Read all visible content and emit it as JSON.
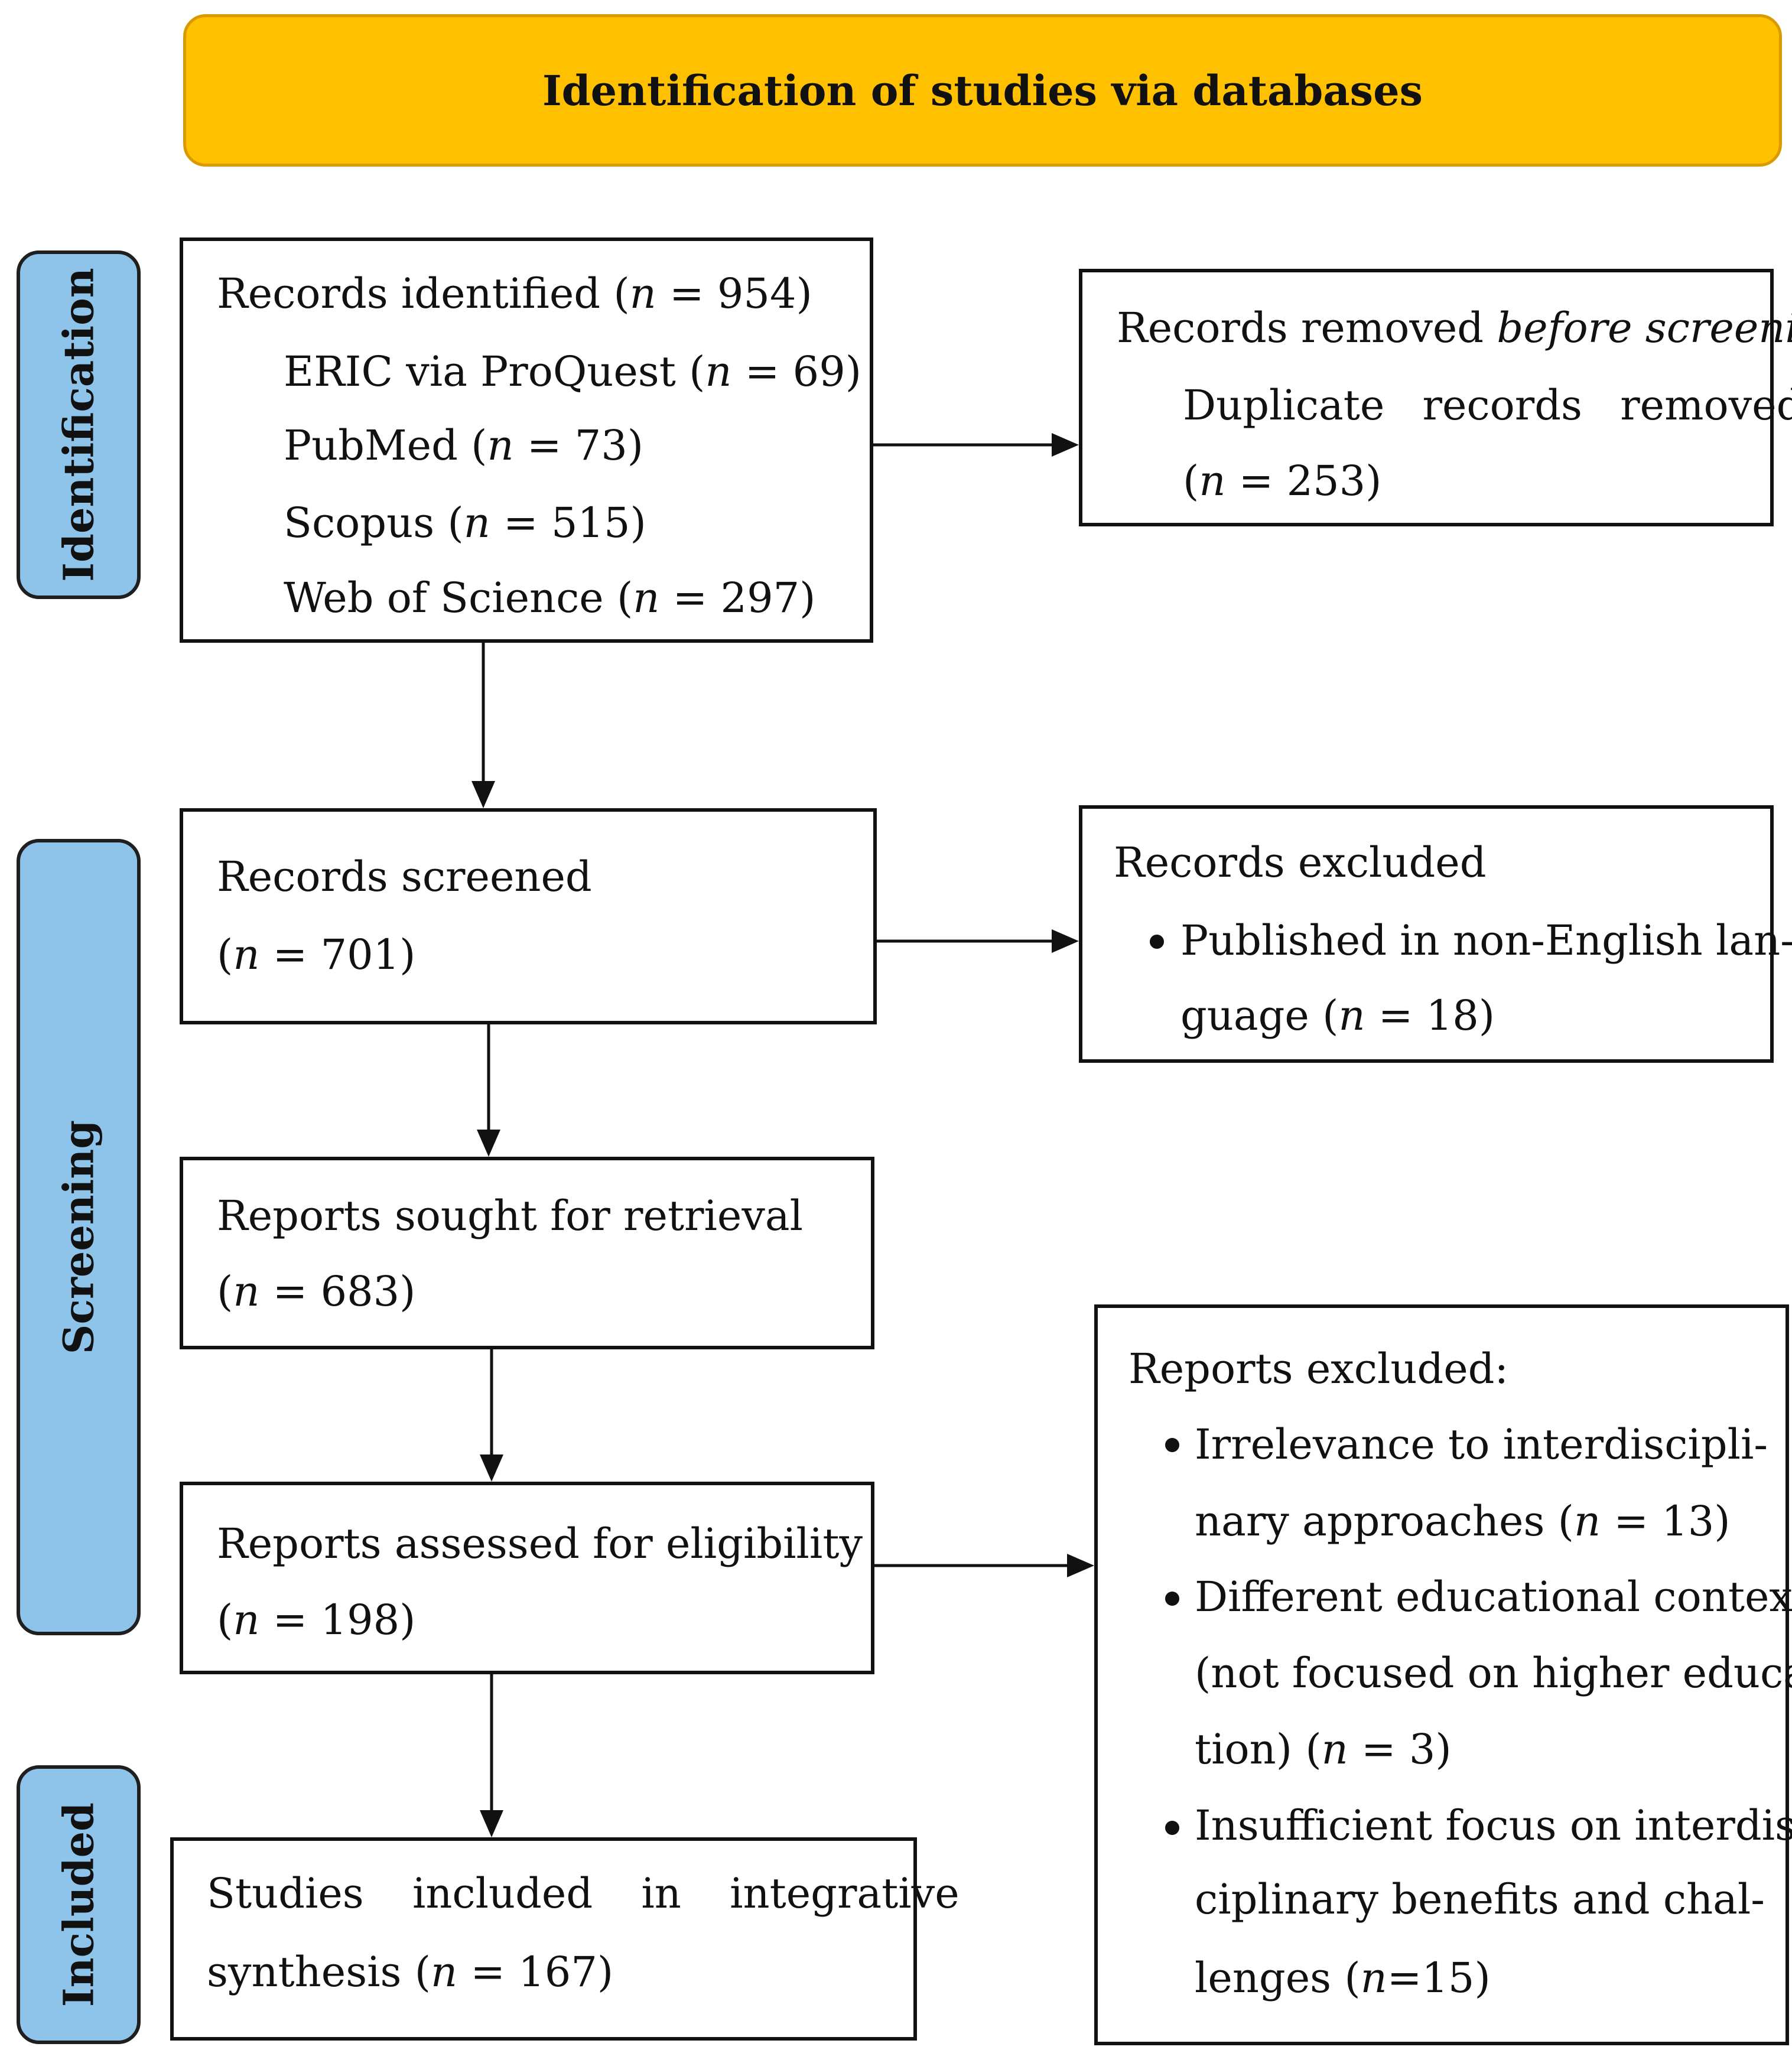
{
  "header": {
    "title": "Identification of studies via databases"
  },
  "phases": {
    "identification": "Identification",
    "screening": "Screening",
    "included": "Included"
  },
  "identified": {
    "title": "Records identified",
    "n": "954",
    "sources": [
      {
        "label": "ERIC via ProQuest",
        "n": "69"
      },
      {
        "label": "PubMed",
        "n": "73"
      },
      {
        "label": "Scopus",
        "n": "515"
      },
      {
        "label": "Web of Science",
        "n": "297"
      }
    ]
  },
  "removed": {
    "title_pre": "Records removed ",
    "title_italic": "before screening",
    "title_post": ":",
    "item": "Duplicate records removed",
    "n": "253"
  },
  "screened": {
    "title": "Records screened",
    "n": "701"
  },
  "excluded_records": {
    "title": "Records excluded",
    "item_line1": "Published in non-English lan-",
    "item_line2": "guage",
    "n": "18"
  },
  "sought": {
    "title": "Reports sought for retrieval",
    "n": "683"
  },
  "assessed": {
    "title": "Reports assessed for eligibility",
    "n": "198"
  },
  "excluded_reports": {
    "title": "Reports excluded:",
    "items": [
      {
        "lines": [
          "Irrelevance to interdiscipli-",
          "nary approaches"
        ],
        "n": "13"
      },
      {
        "lines": [
          "Different educational context",
          "(not focused on higher educa-",
          "tion)"
        ],
        "n": "3"
      },
      {
        "lines": [
          "Insufficient focus on interdis-",
          "ciplinary benefits and chal-",
          "lenges"
        ],
        "n": "15"
      }
    ]
  },
  "included": {
    "line1": "Studies included in integrative",
    "line2": "synthesis",
    "n": "167"
  }
}
